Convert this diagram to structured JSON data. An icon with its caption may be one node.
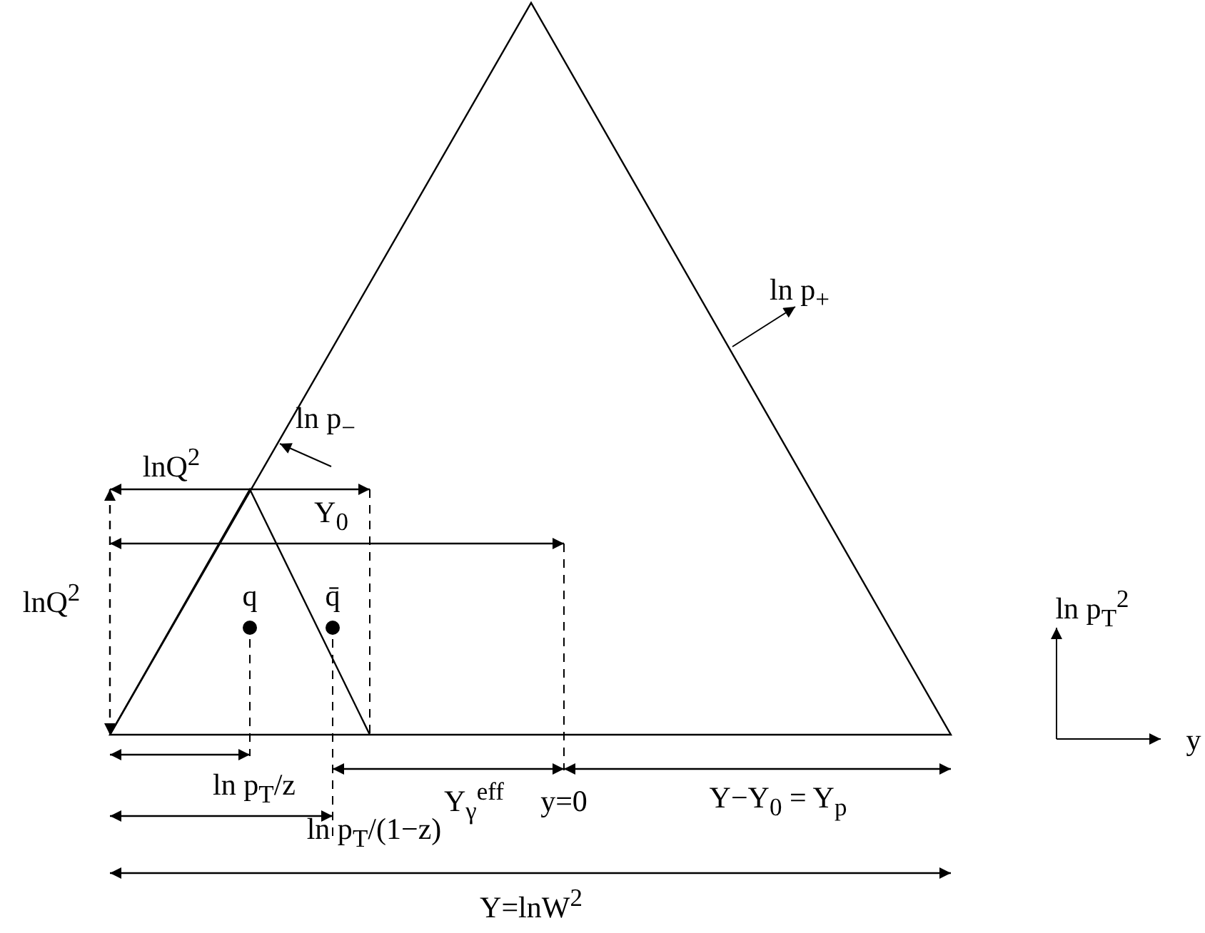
{
  "diagram": {
    "labels": [
      "ln p$_{−}$",
      "ln p$_{+}$",
      "Y$_{0}$",
      "lnQ$^{2}$",
      "lnQ$^{2}$",
      "q",
      "q̄",
      "ln p$_{T}$$^{2}$",
      "y",
      "ln p$_{T}$/z",
      "Y$_{γ}$$^{eff}$",
      "y=0",
      "Y−Y$_{0}$ = Y$_{p}$",
      "ln p$_{T}$/(1−z)",
      "Y=lnW$^{2}$"
    ]
  }
}
